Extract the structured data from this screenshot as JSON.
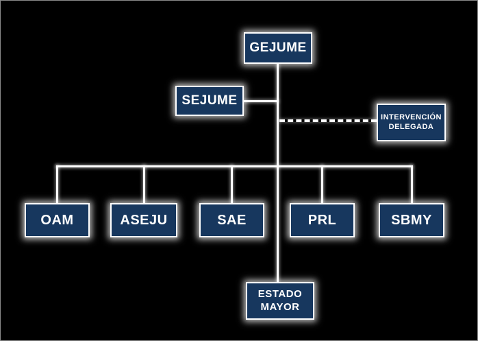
{
  "diagram": {
    "type": "org-chart",
    "nodes": {
      "gejume": {
        "label": "GEJUME"
      },
      "sejume": {
        "label": "SEJUME"
      },
      "intervencion": {
        "label": "INTERVENCIÓN DELEGADA"
      },
      "oam": {
        "label": "OAM"
      },
      "aseju": {
        "label": "ASEJU"
      },
      "sae": {
        "label": "SAE"
      },
      "prl": {
        "label": "PRL"
      },
      "sbmy": {
        "label": "SBMY"
      },
      "estado_mayor": {
        "label": "ESTADO MAYOR"
      }
    },
    "edges": [
      {
        "from": "gejume",
        "to": "sejume",
        "style": "solid"
      },
      {
        "from": "gejume",
        "to": "intervencion",
        "style": "dashed"
      },
      {
        "from": "gejume",
        "to": "oam",
        "style": "solid"
      },
      {
        "from": "gejume",
        "to": "aseju",
        "style": "solid"
      },
      {
        "from": "gejume",
        "to": "sae",
        "style": "solid"
      },
      {
        "from": "gejume",
        "to": "prl",
        "style": "solid"
      },
      {
        "from": "gejume",
        "to": "sbmy",
        "style": "solid"
      },
      {
        "from": "gejume",
        "to": "estado_mayor",
        "style": "solid"
      }
    ],
    "colors": {
      "background": "#000000",
      "box_fill": "#17375E",
      "box_border": "#FFFFFF",
      "line": "#FFFFFF",
      "text": "#FFFFFF"
    }
  }
}
